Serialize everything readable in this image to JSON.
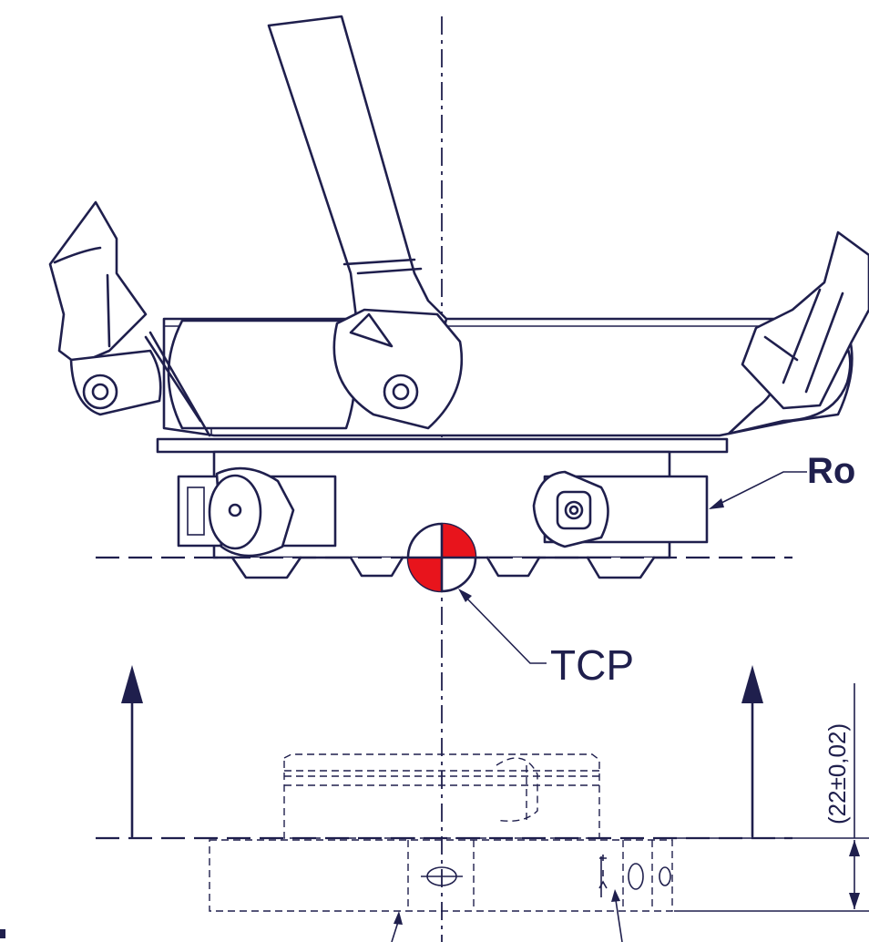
{
  "labels": {
    "tcp": "TCP",
    "ro": "Ro",
    "dimension": "(22±0,02)"
  },
  "colors": {
    "line": "#1f1f4d",
    "tcp_fill": "#e8141c",
    "background": "#ffffff"
  }
}
